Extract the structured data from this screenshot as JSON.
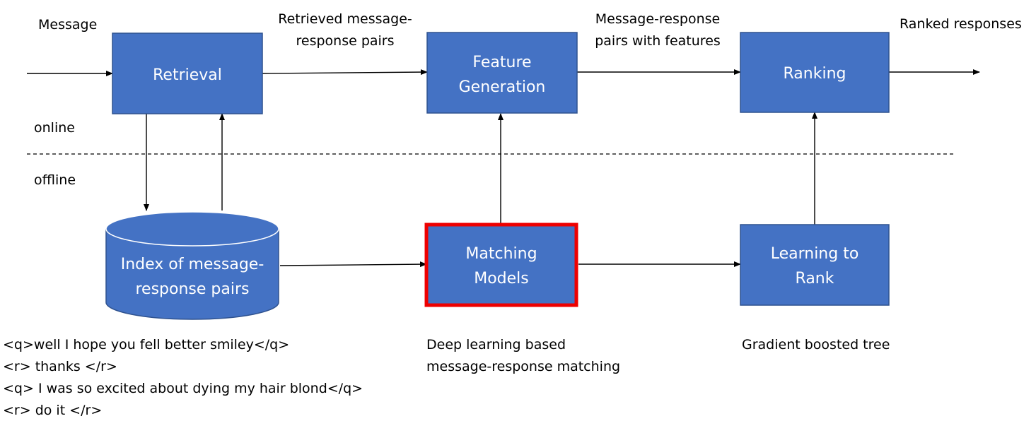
{
  "colors": {
    "box_fill": "#4472c4",
    "box_stroke": "#2f528f",
    "highlight": "#ee0000",
    "arrow": "#000000"
  },
  "nodes": {
    "retrieval": "Retrieval",
    "feature_generation": [
      "Feature",
      "Generation"
    ],
    "ranking": "Ranking",
    "index": [
      "Index of message-",
      "response pairs"
    ],
    "matching_models": [
      "Matching",
      "Models"
    ],
    "learning_to_rank": [
      "Learning to",
      "Rank"
    ]
  },
  "edges": {
    "message": "Message",
    "retrieved_pairs": [
      "Retrieved message-",
      "response pairs"
    ],
    "pairs_with_features": [
      "Message-response",
      "pairs with features"
    ],
    "ranked_responses": "Ranked responses"
  },
  "sections": {
    "online": "online",
    "offline": "offline"
  },
  "notes": {
    "index_examples": [
      "<q>well I hope you fell better smiley</q>",
      "<r> thanks </r>",
      "<q> I was so excited about dying my hair blond</q>",
      "<r> do it </r>"
    ],
    "matching_desc": [
      "Deep learning based",
      "message-response matching"
    ],
    "ranking_desc": "Gradient boosted tree"
  }
}
